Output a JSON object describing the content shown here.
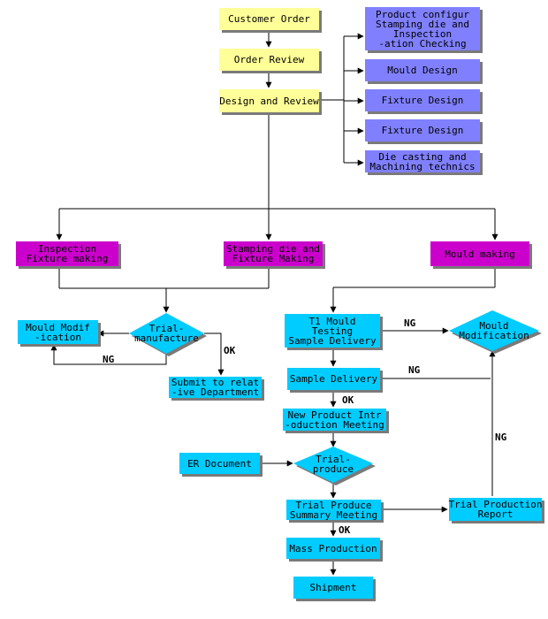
{
  "nodes": {
    "customer_order": "Customer Order",
    "order_review": "Order Review",
    "design_review": "Design and Review",
    "product_config": "Product configur\nStamping die and\nInspection\n-ation Checking",
    "mould_design": "Mould Design",
    "fixture_design_1": "Fixture Design",
    "fixture_design_2": "Fixture Design",
    "die_casting": "Die casting and\nMachining technics",
    "inspection_fixture": "Inspection\nFixture making",
    "stamping_die": "Stamping die and\nFixture Making",
    "mould_making": "Mould making",
    "mould_modification_left": "Mould Modif\n-ication",
    "trial_manufacture": "Trial-\nmanufacture",
    "submit_related": "Submit to relat\n-ive Department",
    "t1_mould": "T1 Mould\nTesting\nSample Delivery",
    "mould_modification_right": "Mould\nModification",
    "sample_delivery": "Sample Delivery",
    "new_product_intro": "New Product Intr\n-oduction Meeting",
    "er_document": "ER Document",
    "trial_produce": "Trial-\nproduce",
    "trial_produce_summary": "Trial Produce\nSummary Meeting",
    "trial_production_report": "Trial Production\nReport",
    "mass_production": "Mass Production",
    "shipment": "Shipment"
  },
  "edge_labels": {
    "ng_left": "NG",
    "ok_left": "OK",
    "ng_t1": "NG",
    "ng_sample": "NG",
    "ok_sample": "OK",
    "ng_report": "NG",
    "ok_summary": "OK"
  },
  "colors": {
    "yellow": "#ffff99",
    "purple": "#8080ff",
    "magenta": "#cc00cc",
    "cyan": "#00ccff",
    "line": "#000000",
    "shadow": "#7a7a7a"
  }
}
